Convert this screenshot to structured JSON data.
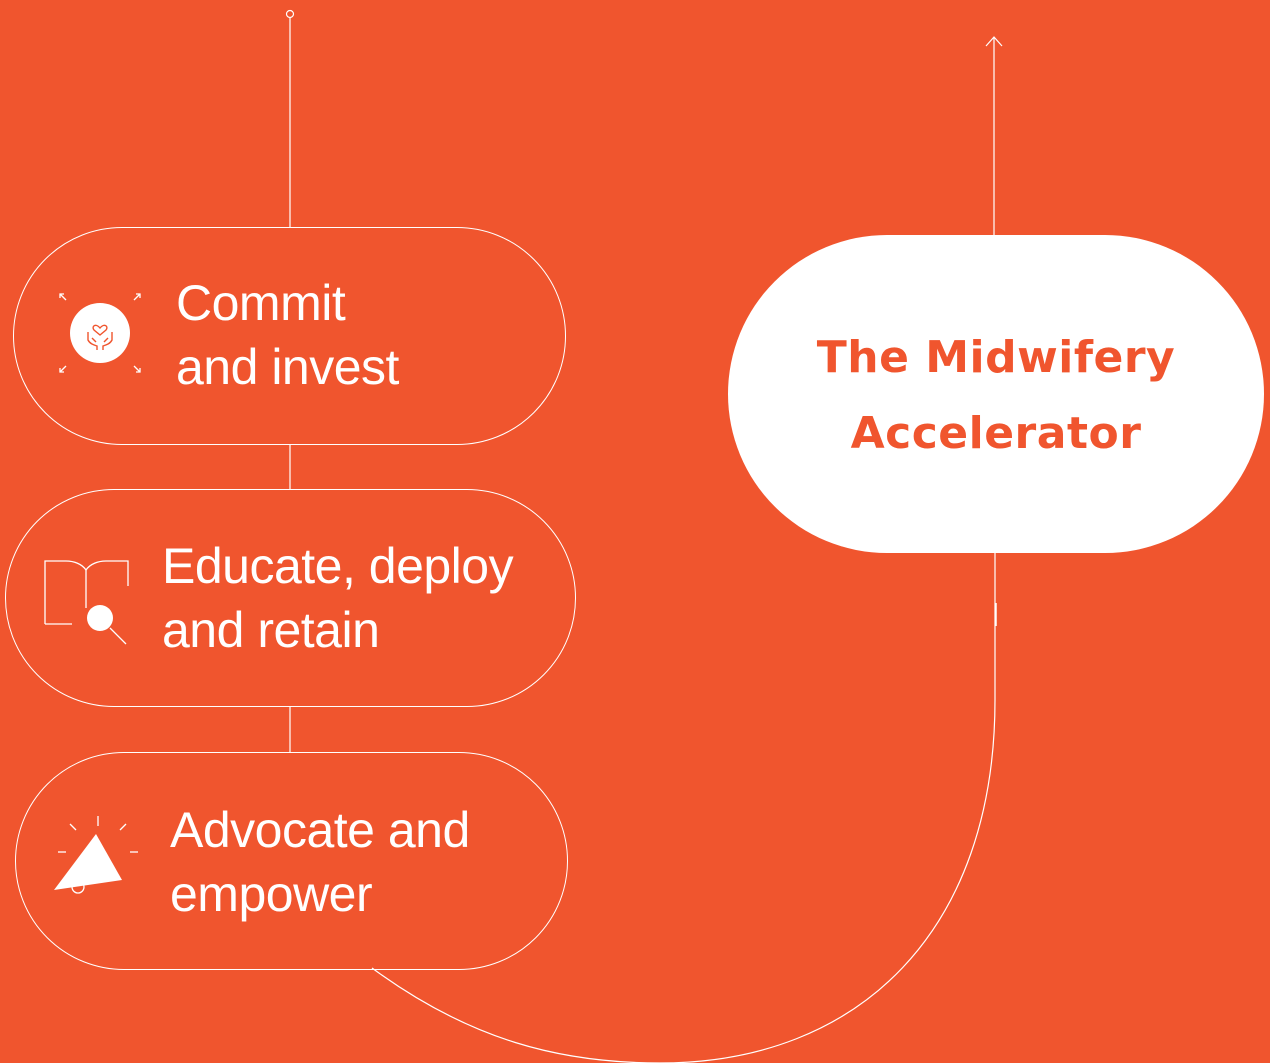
{
  "diagram": {
    "steps": [
      {
        "id": "commit",
        "line1": "Commit",
        "line2": "and invest",
        "icon": "hands-heart-icon"
      },
      {
        "id": "educate",
        "line1": "Educate, deploy",
        "line2": "and retain",
        "icon": "book-magnifier-icon"
      },
      {
        "id": "advocate",
        "line1": "Advocate and",
        "line2": "empower",
        "icon": "megaphone-icon"
      }
    ],
    "accelerator": {
      "line1": "The Midwifery",
      "line2": "Accelerator"
    }
  },
  "colors": {
    "background": "#F0552E",
    "foreground": "#FFFFFF",
    "accent_text": "#F0552E"
  }
}
